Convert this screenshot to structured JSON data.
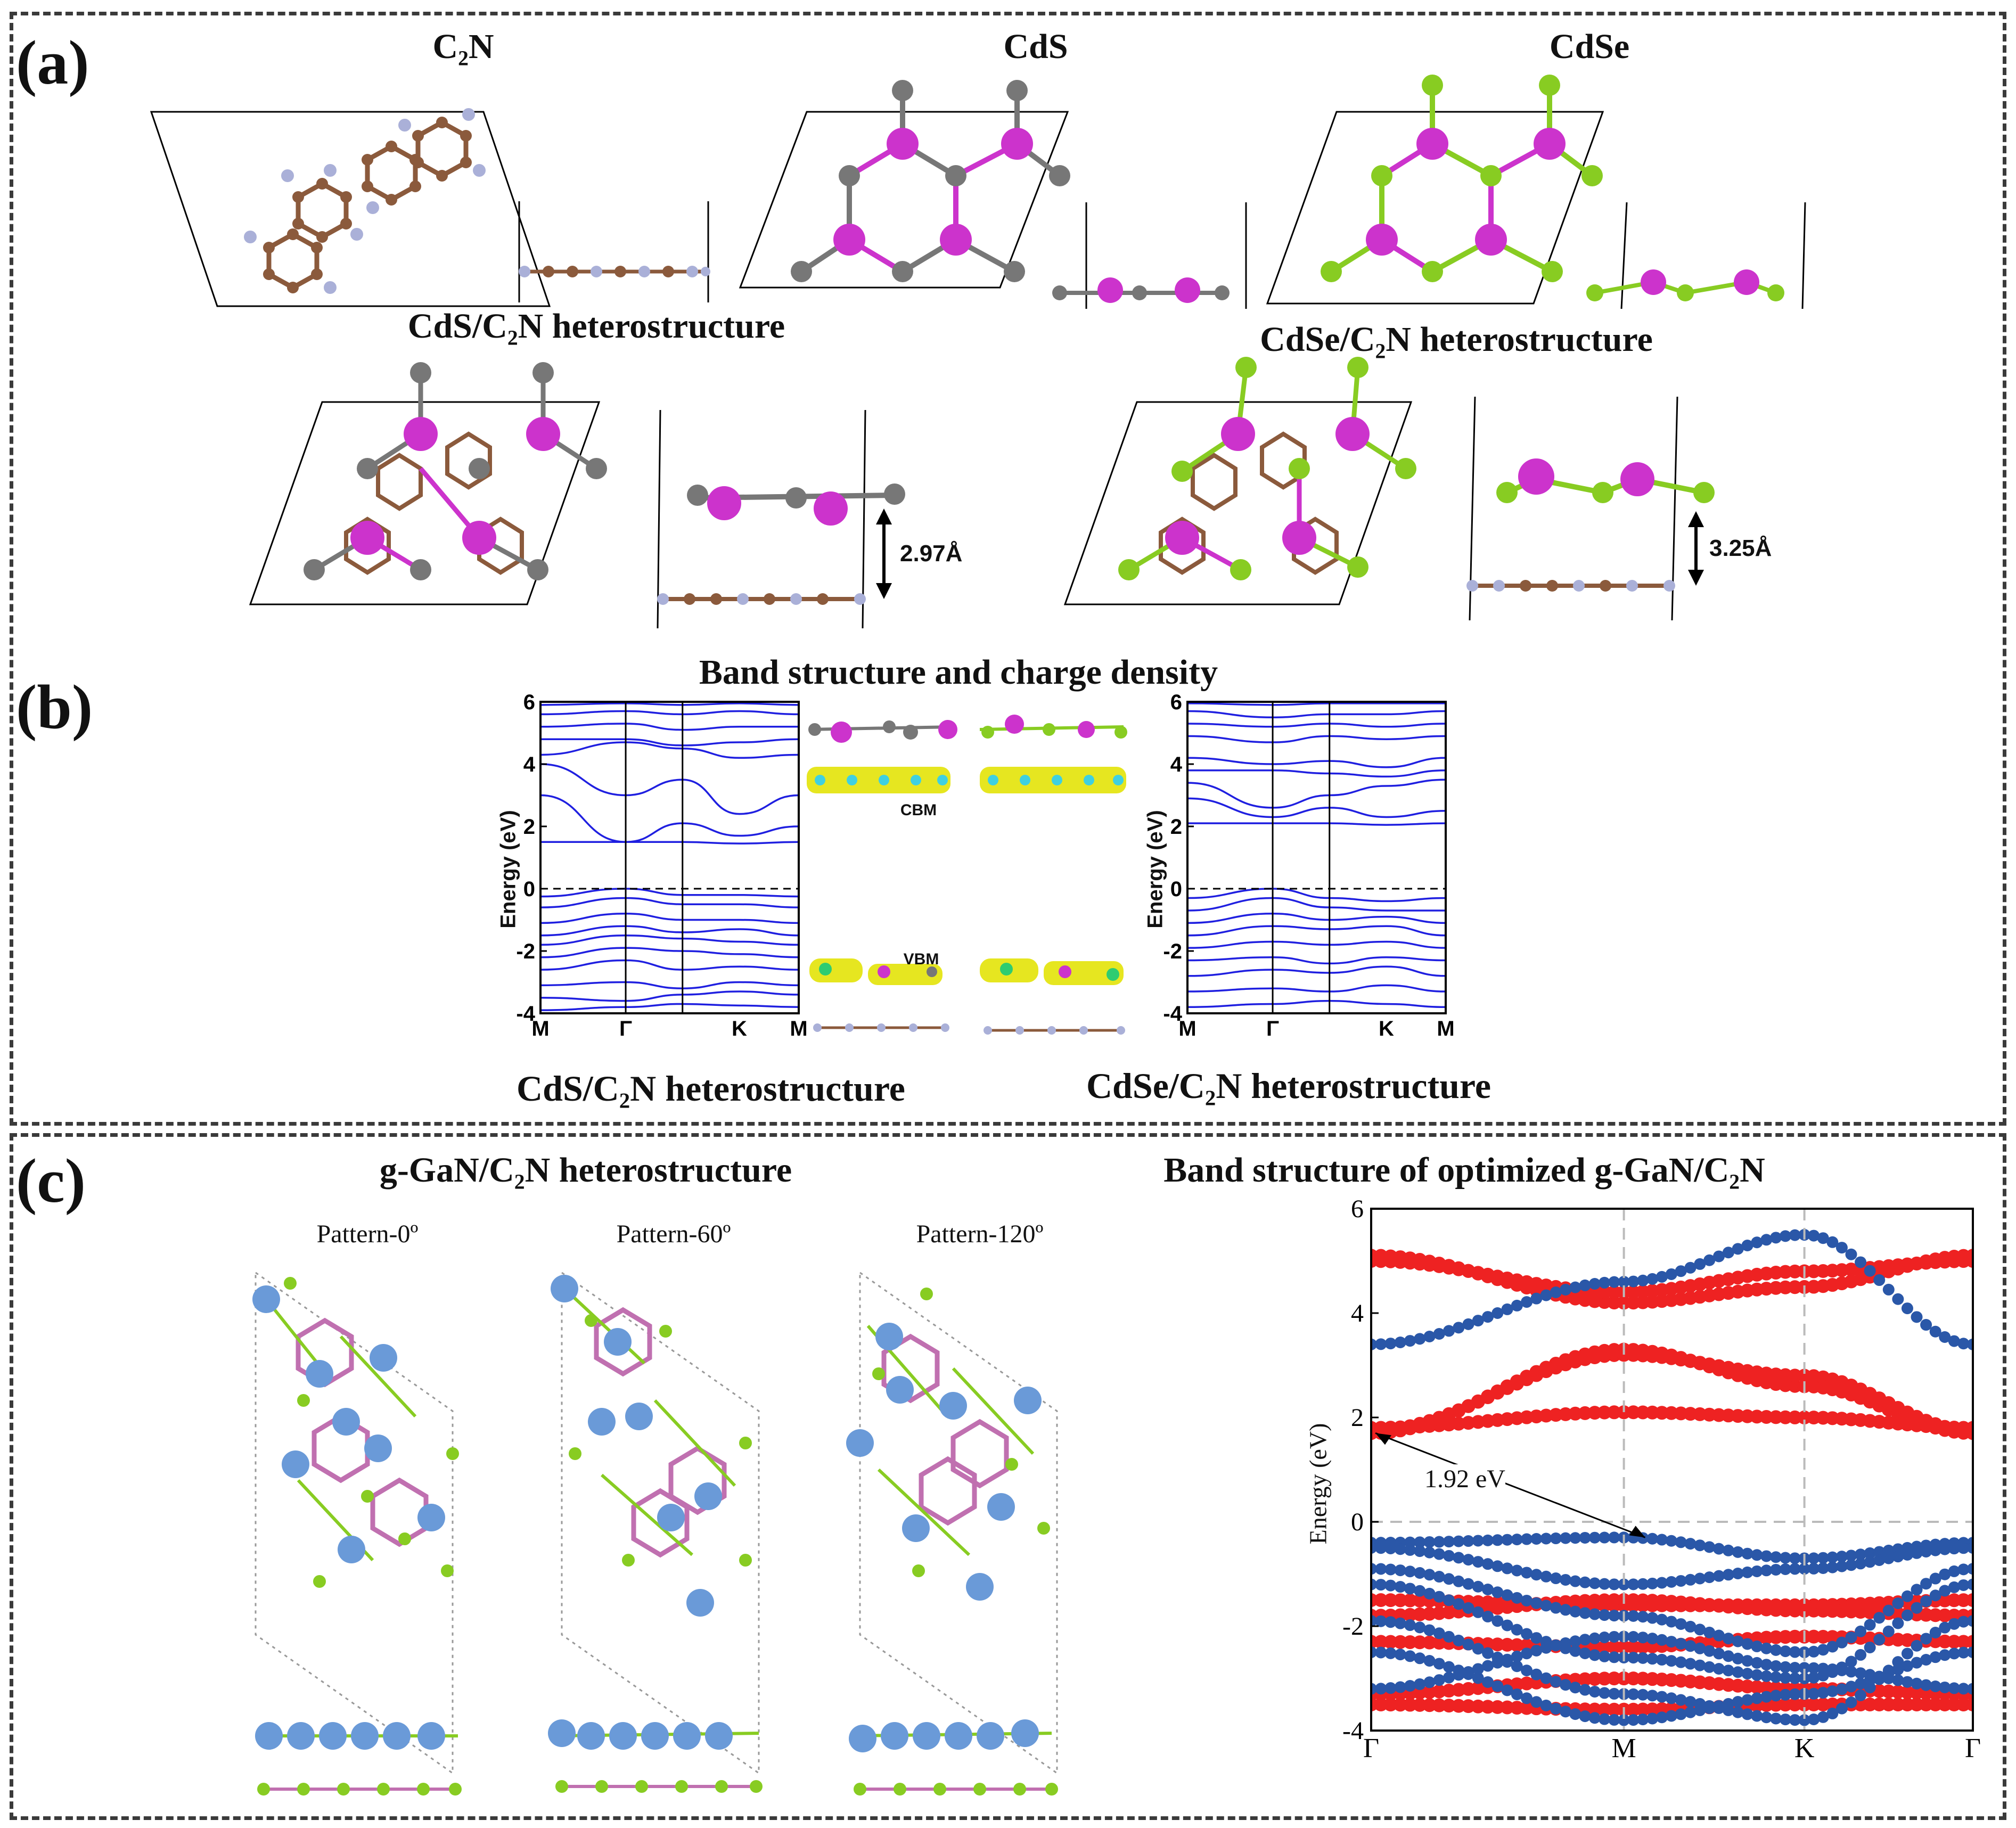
{
  "panel_a": {
    "label": "(a)",
    "monolayers": [
      "C₂N",
      "CdS",
      "CdSe"
    ],
    "hetero_cds": "CdS/C₂N heterostructure",
    "hetero_cdse": "CdSe/C₂N heterostructure",
    "dist_cds": "2.97Å",
    "dist_cdse": "3.25Å"
  },
  "panel_b": {
    "label": "(b)",
    "title": "Band structure and charge density",
    "cbm": "CBM",
    "vbm": "VBM",
    "caption_left": "CdS/C₂N heterostructure",
    "caption_right": "CdSe/C₂N heterostructure"
  },
  "panel_c": {
    "label": "(c)",
    "title_left": "g-GaN/C₂N heterostructure",
    "title_right": "Band structure of optimized g-GaN/C₂N",
    "patterns": [
      "Pattern-0º",
      "Pattern-60º",
      "Pattern-120º"
    ],
    "gap": "1.92 eV"
  },
  "colors": {
    "band_line": "#1f1fe0",
    "cd": "#cc33cc",
    "s": "#777777",
    "se": "#88cc22",
    "c_atom": "#8b5a3c",
    "n_atom": "#aab0d8",
    "ga": "#6a9ad8",
    "fat_red": "#ee2222",
    "fat_blue": "#2a57a8",
    "density": "#e6e620"
  },
  "chart_data": [
    {
      "type": "line",
      "name_note": "CdS/C2N band structure",
      "xlabel": "",
      "ylabel": "Energy (eV)",
      "ylim": [
        -4,
        6
      ],
      "yticks": [
        -4,
        -2,
        0,
        2,
        4,
        6
      ],
      "kpoints": [
        "M",
        "Γ",
        "K",
        "M"
      ],
      "bands": [
        [
          -3.9,
          -3.8,
          -3.7,
          -3.75,
          -3.8
        ],
        [
          -3.5,
          -3.6,
          -3.4,
          -3.3,
          -3.4
        ],
        [
          -3.1,
          -3.0,
          -3.2,
          -3.0,
          -3.1
        ],
        [
          -2.6,
          -2.3,
          -2.6,
          -2.5,
          -2.6
        ],
        [
          -2.2,
          -1.9,
          -2.0,
          -2.1,
          -2.2
        ],
        [
          -1.8,
          -1.5,
          -1.6,
          -1.7,
          -1.8
        ],
        [
          -1.5,
          -1.2,
          -1.4,
          -1.3,
          -1.5
        ],
        [
          -1.1,
          -0.8,
          -1.0,
          -1.0,
          -1.1
        ],
        [
          -0.6,
          -0.3,
          -0.5,
          -0.5,
          -0.6
        ],
        [
          -0.25,
          0.0,
          -0.2,
          -0.2,
          -0.25
        ],
        [
          1.5,
          1.5,
          1.5,
          1.45,
          1.5
        ],
        [
          3.0,
          1.5,
          2.1,
          1.7,
          2.0
        ],
        [
          4.0,
          3.0,
          3.5,
          2.4,
          3.0
        ],
        [
          4.3,
          4.7,
          4.5,
          4.2,
          4.3
        ],
        [
          4.8,
          4.8,
          4.6,
          4.7,
          4.8
        ],
        [
          5.2,
          5.3,
          5.1,
          5.2,
          5.2
        ],
        [
          5.6,
          5.7,
          5.6,
          5.7,
          5.6
        ],
        [
          5.9,
          5.95,
          5.9,
          5.95,
          5.9
        ]
      ],
      "fermi": 0
    },
    {
      "type": "line",
      "name_note": "CdSe/C2N band structure",
      "xlabel": "",
      "ylabel": "Energy (eV)",
      "ylim": [
        -4,
        6
      ],
      "yticks": [
        -4,
        -2,
        0,
        2,
        4,
        6
      ],
      "kpoints": [
        "M",
        "Γ",
        "K",
        "M"
      ],
      "bands": [
        [
          -3.8,
          -3.7,
          -3.6,
          -3.7,
          -3.8
        ],
        [
          -3.3,
          -3.2,
          -3.3,
          -3.1,
          -3.3
        ],
        [
          -2.8,
          -2.6,
          -2.7,
          -2.5,
          -2.8
        ],
        [
          -2.3,
          -2.2,
          -2.4,
          -2.2,
          -2.3
        ],
        [
          -1.9,
          -1.7,
          -1.8,
          -1.7,
          -1.9
        ],
        [
          -1.5,
          -1.2,
          -1.3,
          -1.2,
          -1.5
        ],
        [
          -1.1,
          -0.8,
          -1.0,
          -0.9,
          -1.1
        ],
        [
          -0.7,
          -0.3,
          -0.6,
          -0.7,
          -0.7
        ],
        [
          -0.3,
          0.0,
          -0.3,
          -0.4,
          -0.3
        ],
        [
          2.1,
          2.1,
          2.1,
          2.05,
          2.1
        ],
        [
          2.9,
          2.3,
          2.6,
          2.3,
          2.5
        ],
        [
          3.4,
          2.6,
          3.0,
          3.3,
          3.5
        ],
        [
          3.8,
          3.8,
          3.7,
          3.6,
          3.8
        ],
        [
          4.2,
          4.0,
          4.1,
          3.9,
          4.2
        ],
        [
          4.9,
          4.7,
          4.9,
          4.8,
          4.9
        ],
        [
          5.3,
          5.2,
          5.3,
          5.2,
          5.3
        ],
        [
          5.7,
          5.5,
          5.6,
          5.6,
          5.7
        ],
        [
          5.95,
          5.9,
          5.95,
          5.95,
          5.95
        ]
      ],
      "fermi": 0
    },
    {
      "type": "scatter",
      "name_note": "optimized g-GaN/C2N fat band structure",
      "xlabel": "",
      "ylabel": "Energy (eV)",
      "ylim": [
        -4,
        6
      ],
      "yticks": [
        -4,
        -2,
        0,
        2,
        4,
        6
      ],
      "kpoints": [
        "Γ",
        "M",
        "K",
        "Γ"
      ],
      "fermi": 0,
      "gap_eV": 1.92,
      "red_bands": [
        [
          1.7,
          3.3,
          2.6,
          1.7
        ],
        [
          1.75,
          3.2,
          2.8,
          1.75
        ],
        [
          1.8,
          2.1,
          2.0,
          1.8
        ],
        [
          5.1,
          4.2,
          4.5,
          5.1
        ],
        [
          5.0,
          4.4,
          4.8,
          5.0
        ],
        [
          -1.5,
          -1.6,
          -1.6,
          -1.5
        ],
        [
          -1.8,
          -1.5,
          -1.7,
          -1.8
        ],
        [
          -2.3,
          -2.4,
          -2.2,
          -2.3
        ],
        [
          -3.3,
          -3.0,
          -3.2,
          -3.3
        ],
        [
          -3.5,
          -3.6,
          -3.5,
          -3.5
        ]
      ],
      "blue_bands": [
        [
          3.4,
          4.6,
          5.5,
          3.4
        ],
        [
          -0.4,
          -0.3,
          -0.7,
          -0.4
        ],
        [
          -0.5,
          -1.2,
          -0.9,
          -0.5
        ],
        [
          -0.9,
          -1.8,
          -2.5,
          -0.9
        ],
        [
          -1.2,
          -2.6,
          -3.0,
          -1.2
        ],
        [
          -1.9,
          -3.3,
          -3.8,
          -1.9
        ],
        [
          -2.5,
          -3.8,
          -3.3,
          -2.5
        ],
        [
          -3.2,
          -2.2,
          -2.8,
          -3.2
        ]
      ]
    }
  ]
}
